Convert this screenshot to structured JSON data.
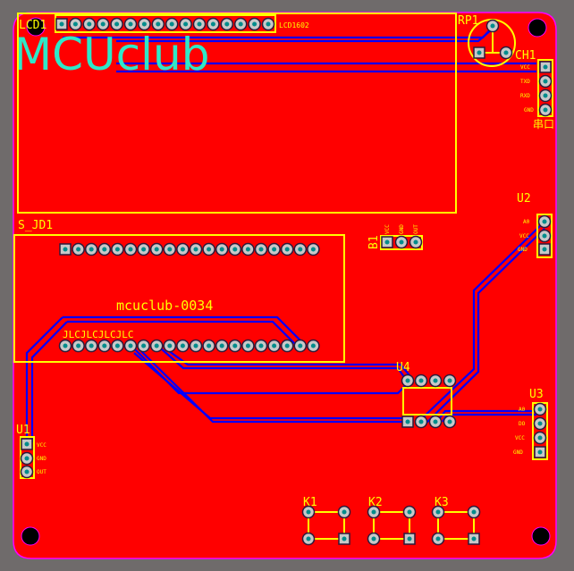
{
  "logo_text": "MCUclub",
  "board_text": "mcuclub-0034",
  "jlc_text": "JLCJLCJLCJLC",
  "colors": {
    "board": "#ff0000",
    "silkscreen": "#ffff00",
    "trace": "#0000ff",
    "logo": "#2ee8c8",
    "outline": "#ff00ff",
    "background": "#6f6b6b"
  },
  "components": {
    "lcd1": {
      "ref": "LCD1",
      "value": "LCD1602"
    },
    "rp1": {
      "ref": "RP1"
    },
    "ch1": {
      "ref": "CH1",
      "label": "串口",
      "pins": [
        "VCC",
        "TXD",
        "RXD",
        "GND"
      ]
    },
    "u2": {
      "ref": "U2",
      "pins": [
        "A0",
        "VCC",
        "GND"
      ]
    },
    "b1": {
      "ref": "B1",
      "pins": [
        "VCC",
        "GND",
        "OUT"
      ]
    },
    "s_jd1": {
      "ref": "S_JD1"
    },
    "u4": {
      "ref": "U4"
    },
    "u3": {
      "ref": "U3",
      "pins": [
        "A0",
        "DO",
        "VCC",
        "GND"
      ]
    },
    "u1": {
      "ref": "U1",
      "pins": [
        "VCC",
        "GND",
        "OUT"
      ]
    },
    "k1": {
      "ref": "K1"
    },
    "k2": {
      "ref": "K2"
    },
    "k3": {
      "ref": "K3"
    }
  }
}
